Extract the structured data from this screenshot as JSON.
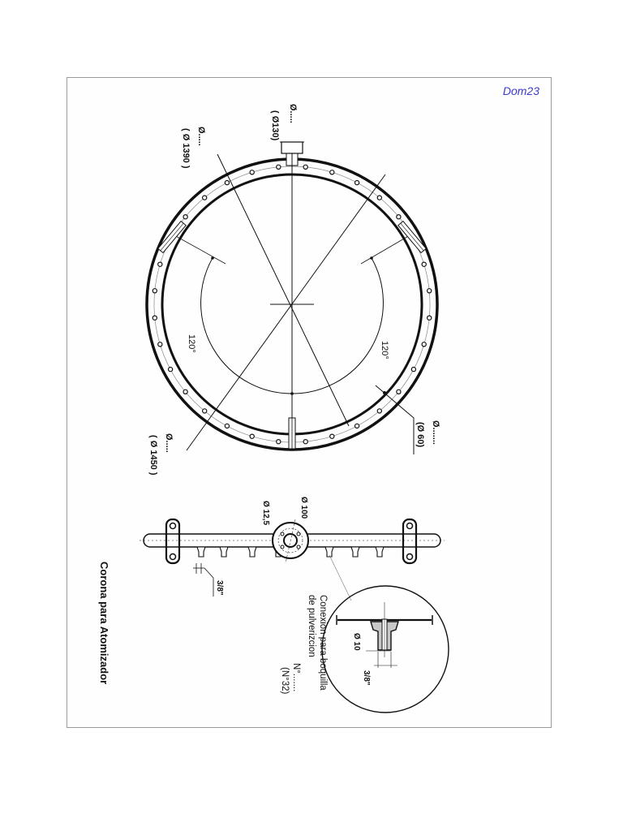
{
  "watermark": "Dom23",
  "title": "Corona para Atomizador",
  "ring_view": {
    "labels": {
      "inlet_dia": "Ø.....",
      "inlet_dia_value": "( Ø130)",
      "inner_dia": "Ø.....",
      "inner_dia_value": "( Ø 1390 )",
      "outer_dia": "Ø.....",
      "outer_dia_value": "( Ø 1450 )",
      "bolt_dia": "Ø.......",
      "bolt_dia_value": "(Ø 60)",
      "angle_left": "120°",
      "angle_right": "120°"
    }
  },
  "side_view": {
    "labels": {
      "flange_dia": "Ø 100",
      "hole_dia": "Ø 12,5",
      "nozzle_thread": "3/8\""
    }
  },
  "detail_view": {
    "caption_line1": "Conexion para boquilla",
    "caption_line2": "de pulverizcion",
    "count_label": "N°.......",
    "count_value": "(N°32)",
    "bore_dia": "Ø 10",
    "thread": "3/8\""
  },
  "colors": {
    "line": "#111111",
    "watermark": "#3a3ad0",
    "frame": "#9a9a9a"
  }
}
